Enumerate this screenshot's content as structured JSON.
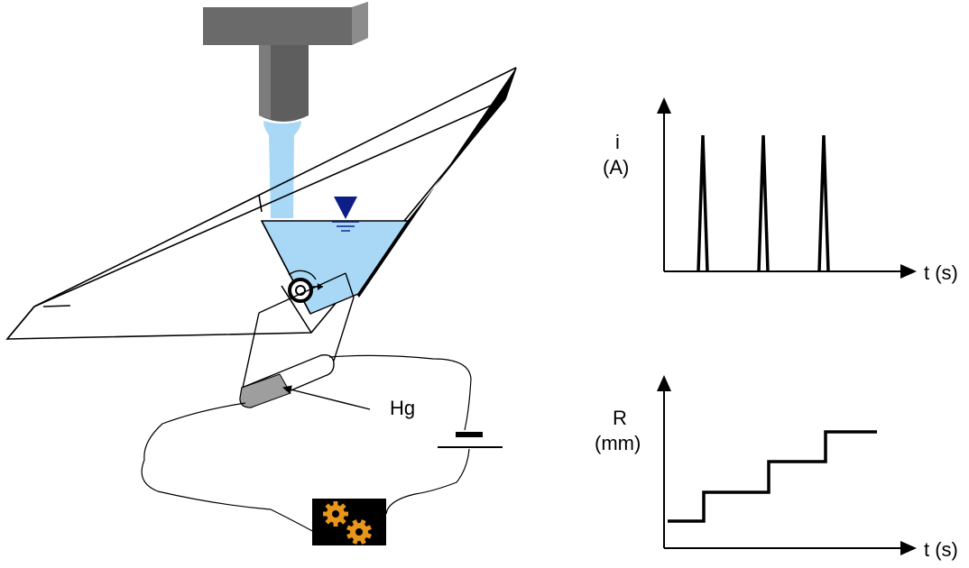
{
  "diagram": {
    "hg_label": "Hg",
    "colors": {
      "water": "#a9d8f7",
      "nozzle_dark": "#606060",
      "nozzle_mid": "#7a7a7a",
      "water_marker": "#0b1f86",
      "mercury": "#9e9e9e",
      "gear": "#e8961a",
      "gear_box": "#000000"
    }
  },
  "charts": [
    {
      "type": "line",
      "ylabel_line1": "i",
      "ylabel_line2": "(A)",
      "xlabel": "t (s)",
      "pulses": 3
    },
    {
      "type": "line",
      "ylabel_line1": "R",
      "ylabel_line2": "(mm)",
      "xlabel": "t (s)",
      "steps": 4
    }
  ]
}
